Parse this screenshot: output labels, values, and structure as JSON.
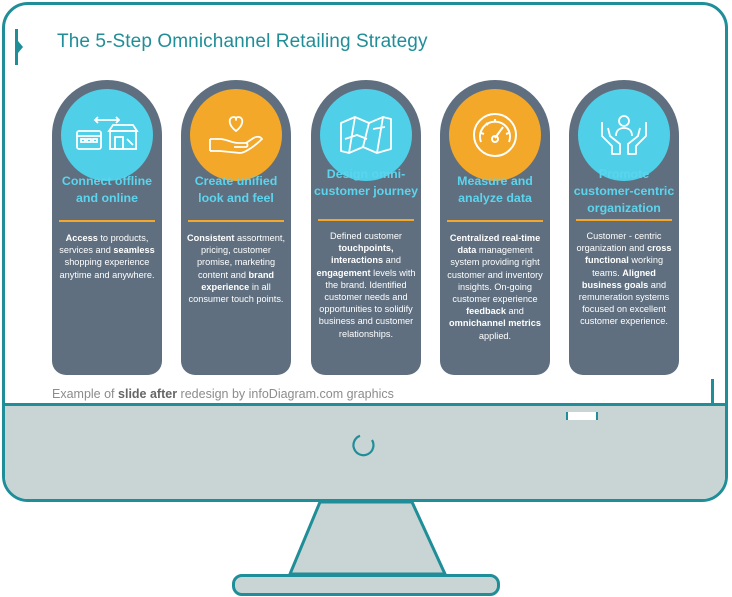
{
  "title": "The 5-Step Omnichannel Retailing Strategy",
  "colors": {
    "teal": "#1f8e98",
    "card": "#5f6f7f",
    "blue": "#50cfe8",
    "orange": "#f3a829",
    "cyan_text": "#5bd5ee"
  },
  "cards": [
    {
      "icon": "store-online-offline-icon",
      "title": "Connect offline and online",
      "body": [
        {
          "t": "Access",
          "b": true
        },
        {
          "t": " to products, services and ",
          "b": false
        },
        {
          "t": "seamless",
          "b": true
        },
        {
          "t": " shopping experience anytime and anywhere.",
          "b": false
        }
      ]
    },
    {
      "icon": "hand-heart-icon",
      "title": "Create unified look and feel",
      "body": [
        {
          "t": "Consistent",
          "b": true
        },
        {
          "t": " assortment, pricing, customer promise, marketing content and ",
          "b": false
        },
        {
          "t": "brand experience",
          "b": true
        },
        {
          "t": " in all consumer touch points.",
          "b": false
        }
      ]
    },
    {
      "icon": "map-icon",
      "title": "Design omni-customer journey",
      "body": [
        {
          "t": "Defined customer ",
          "b": false
        },
        {
          "t": "touchpoints, interactions",
          "b": true
        },
        {
          "t": " and ",
          "b": false
        },
        {
          "t": "engagement",
          "b": true
        },
        {
          "t": " levels with the brand. Identified customer needs and opportunities to solidify business and customer relationships.",
          "b": false
        }
      ]
    },
    {
      "icon": "gauge-icon",
      "title": "Measure and analyze data",
      "body": [
        {
          "t": "Centralized real-time data",
          "b": true
        },
        {
          "t": " management system providing right customer and inventory insights. On-going customer experience ",
          "b": false
        },
        {
          "t": "feedback",
          "b": true
        },
        {
          "t": " and ",
          "b": false
        },
        {
          "t": "omnichannel metrics",
          "b": true
        },
        {
          "t": " applied.",
          "b": false
        }
      ]
    },
    {
      "icon": "hands-person-icon",
      "title": "Promote customer-centric organization",
      "body": [
        {
          "t": "Customer - centric organization and ",
          "b": false
        },
        {
          "t": "cross functional",
          "b": true
        },
        {
          "t": " working teams. ",
          "b": false
        },
        {
          "t": "Aligned business goals",
          "b": true
        },
        {
          "t": " and remuneration systems focused on excellent customer experience.",
          "b": false
        }
      ]
    }
  ],
  "caption": {
    "pre": "Example of ",
    "bold": "slide after",
    "post": " redesign by infoDiagram.com graphics"
  }
}
